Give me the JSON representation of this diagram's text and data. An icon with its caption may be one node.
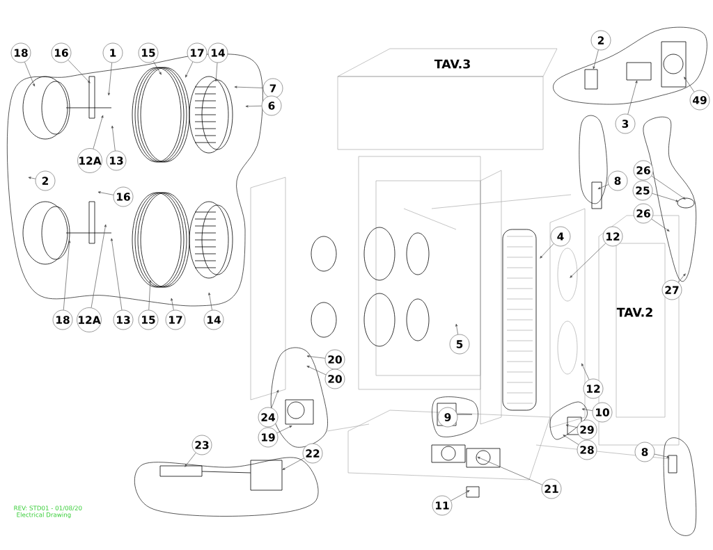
{
  "diagram": {
    "nodes": [
      {
        "text": [
          "18"
        ]
      },
      {
        "text": [
          "16"
        ]
      },
      {
        "text": [
          "1"
        ]
      },
      {
        "text": [
          "15"
        ]
      },
      {
        "text": [
          "17"
        ]
      },
      {
        "text": [
          "14"
        ]
      },
      {
        "text": [
          "7"
        ]
      },
      {
        "text": [
          "6"
        ]
      },
      {
        "text": [
          "12A"
        ]
      },
      {
        "text": [
          "13"
        ]
      },
      {
        "text": [
          "2"
        ]
      },
      {
        "text": [
          "16"
        ]
      },
      {
        "text": [
          "18"
        ]
      },
      {
        "text": [
          "12A"
        ]
      },
      {
        "text": [
          "13"
        ]
      },
      {
        "text": [
          "15"
        ]
      },
      {
        "text": [
          "17"
        ]
      },
      {
        "text": [
          "14"
        ]
      },
      {
        "text": [
          "2"
        ]
      },
      {
        "text": [
          "3"
        ]
      },
      {
        "text": [
          "49"
        ]
      },
      {
        "text": [
          "8"
        ]
      },
      {
        "text": [
          "26"
        ]
      },
      {
        "text": [
          "25"
        ]
      },
      {
        "text": [
          "26"
        ]
      },
      {
        "text": [
          "27"
        ]
      },
      {
        "text": [
          "4"
        ]
      },
      {
        "text": [
          "12"
        ]
      },
      {
        "text": [
          "5"
        ]
      },
      {
        "text": [
          "12"
        ]
      },
      {
        "text": [
          "20"
        ]
      },
      {
        "text": [
          "20"
        ]
      },
      {
        "text": [
          "24"
        ]
      },
      {
        "text": [
          "19"
        ]
      },
      {
        "text": [
          "9"
        ]
      },
      {
        "text": [
          "10"
        ]
      },
      {
        "text": [
          "29"
        ]
      },
      {
        "text": [
          "28"
        ]
      },
      {
        "text": [
          "23"
        ]
      },
      {
        "text": [
          "22"
        ]
      },
      {
        "text": [
          "8"
        ]
      },
      {
        "text": [
          "21"
        ]
      },
      {
        "text": [
          "11"
        ]
      }
    ],
    "edges": [
      {
        "from": 0,
        "to": null,
        "arrow": "to"
      },
      {
        "from": 1,
        "to": null,
        "arrow": "to"
      },
      {
        "from": 2,
        "to": null,
        "arrow": "to"
      },
      {
        "from": 3,
        "to": null,
        "arrow": "to"
      },
      {
        "from": 4,
        "to": null,
        "arrow": "to"
      },
      {
        "from": 5,
        "to": null,
        "arrow": "to"
      },
      {
        "from": 6,
        "to": null,
        "arrow": "to"
      },
      {
        "from": 7,
        "to": null,
        "arrow": "to"
      },
      {
        "from": 8,
        "to": null,
        "arrow": "to"
      },
      {
        "from": 9,
        "to": null,
        "arrow": "to"
      },
      {
        "from": 10,
        "to": null,
        "arrow": "to"
      },
      {
        "from": 11,
        "to": null,
        "arrow": "to"
      },
      {
        "from": 12,
        "to": null,
        "arrow": "to"
      },
      {
        "from": 13,
        "to": null,
        "arrow": "to"
      },
      {
        "from": 14,
        "to": null,
        "arrow": "to"
      },
      {
        "from": 15,
        "to": null,
        "arrow": "to"
      },
      {
        "from": 16,
        "to": null,
        "arrow": "to"
      },
      {
        "from": 17,
        "to": null,
        "arrow": "to"
      },
      {
        "from": 18,
        "to": null,
        "arrow": "to"
      },
      {
        "from": 19,
        "to": null,
        "arrow": "to"
      },
      {
        "from": 20,
        "to": null,
        "arrow": "to"
      },
      {
        "from": 21,
        "to": null,
        "arrow": "to"
      },
      {
        "from": 22,
        "to": null,
        "arrow": "to"
      },
      {
        "from": 23,
        "to": null,
        "arrow": "to"
      },
      {
        "from": 24,
        "to": null,
        "arrow": "to"
      },
      {
        "from": 25,
        "to": null,
        "arrow": "to"
      },
      {
        "from": 26,
        "to": null,
        "arrow": "to"
      },
      {
        "from": 27,
        "to": null,
        "arrow": "to"
      },
      {
        "from": 28,
        "to": null,
        "arrow": "to"
      },
      {
        "from": 29,
        "to": null,
        "arrow": "to"
      },
      {
        "from": 30,
        "to": null,
        "arrow": "to"
      },
      {
        "from": 31,
        "to": null,
        "arrow": "to"
      },
      {
        "from": 32,
        "to": null,
        "arrow": "to"
      },
      {
        "from": 33,
        "to": null,
        "arrow": "to"
      },
      {
        "from": 35,
        "to": null,
        "arrow": "to"
      },
      {
        "from": 36,
        "to": null,
        "arrow": "to"
      },
      {
        "from": 37,
        "to": null,
        "arrow": "to"
      },
      {
        "from": 38,
        "to": null,
        "arrow": "to"
      },
      {
        "from": 39,
        "to": null,
        "arrow": "to"
      },
      {
        "from": 40,
        "to": null,
        "arrow": "to"
      },
      {
        "from": 41,
        "to": null,
        "arrow": "to"
      },
      {
        "from": 42,
        "to": null,
        "arrow": "to"
      }
    ],
    "labels": [
      "TAV.3",
      "TAV.2",
      "REV: STD01 - 01/08/20",
      "Electrical Drawing"
    ]
  }
}
